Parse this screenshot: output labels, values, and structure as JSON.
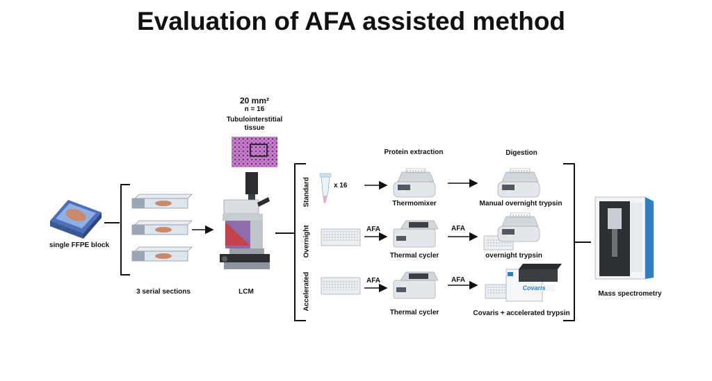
{
  "title": "Evaluation of AFA assisted method",
  "block_label": "single FFPE block",
  "sections_label": "3 serial sections",
  "lcm_label": "LCM",
  "tissue": {
    "area": "20 mm²",
    "n": "n = 16",
    "name": "Tubulointerstitial tissue"
  },
  "columns": {
    "extraction": "Protein extraction",
    "digestion": "Digestion"
  },
  "rows": {
    "standard": {
      "label": "Standard",
      "count": "x 16",
      "extraction_device": "Thermomixer",
      "digestion_method": "Manual overnight trypsin"
    },
    "overnight": {
      "label": "Overnight",
      "afa1": "AFA",
      "extraction_device": "Thermal cycler",
      "afa2": "AFA",
      "digestion_method": "overnight trypsin"
    },
    "accelerated": {
      "label": "Accelerated",
      "afa1": "AFA",
      "extraction_device": "Thermal cycler",
      "afa2": "AFA",
      "digestion_method": "Covaris + accelerated trypsin",
      "brand": "Covaris"
    }
  },
  "ms_label": "Mass spectrometry",
  "colors": {
    "tissue": "#c98a6b",
    "block_blue": "#6a8fd0",
    "histology_purple": "#9b4fa8",
    "instrument_blue": "#2f7fc1"
  }
}
